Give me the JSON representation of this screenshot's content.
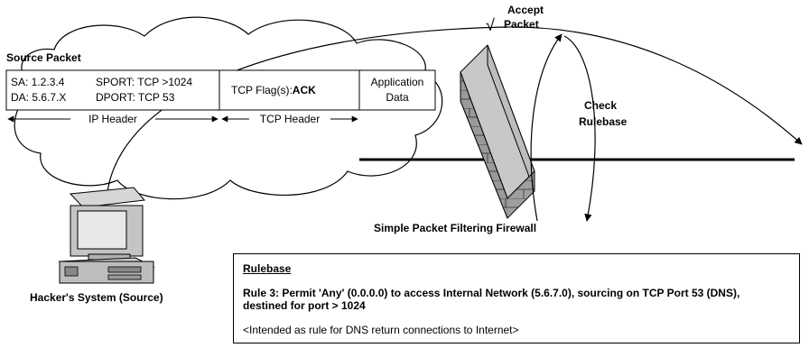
{
  "source_packet": {
    "title": "Source Packet",
    "sa": "SA: 1.2.3.4",
    "da": "DA: 5.6.7.X",
    "sport": "SPORT: TCP >1024",
    "dport": "DPORT: TCP 53",
    "tcp_flag_prefix": "TCP Flag(s):",
    "tcp_flag_value": "ACK",
    "app_data_line1": "Application",
    "app_data_line2": "Data",
    "ip_header": "IP Header",
    "tcp_header": "TCP Header"
  },
  "accept": {
    "check_mark": "√",
    "line1": "Accept",
    "line2": "Packet"
  },
  "check": {
    "line1": "Check",
    "line2": "Rulebase"
  },
  "firewall_label": "Simple Packet Filtering Firewall",
  "hacker_label": "Hacker's System (Source)",
  "rulebase": {
    "title": "Rulebase",
    "rule": "Rule 3: Permit 'Any' (0.0.0.0) to access Internal Network (5.6.7.0), sourcing on TCP Port 53 (DNS), destined for port > 1024",
    "note": "<Intended as rule for DNS return connections to Internet>"
  }
}
